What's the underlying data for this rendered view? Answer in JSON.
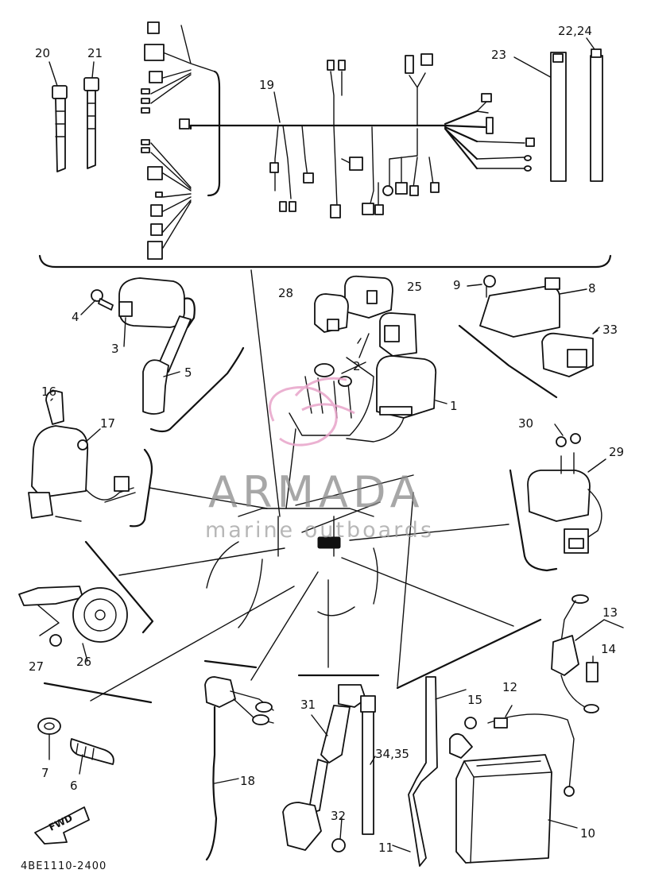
{
  "callouts": {
    "c1": "1",
    "c2": "2",
    "c3": "3",
    "c4": "4",
    "c5": "5",
    "c6": "6",
    "c7": "7",
    "c8": "8",
    "c9": "9",
    "c10": "10",
    "c11": "11",
    "c12": "12",
    "c13": "13",
    "c14": "14",
    "c15": "15",
    "c16": "16",
    "c17": "17",
    "c18": "18",
    "c19": "19",
    "c20": "20",
    "c21": "21",
    "c22_24": "22,24",
    "c23": "23",
    "c25": "25",
    "c26": "26",
    "c27": "27",
    "c28": "28",
    "c29": "29",
    "c30": "30",
    "c31": "31",
    "c32": "32",
    "c33": "33",
    "c34_35": "34,35"
  },
  "direction_label": "FWD",
  "drawing_code": "4BE1110-2400",
  "watermark": {
    "brand": "ARMADA",
    "tagline": "marine outboards",
    "accent_color": "#e8a3c9"
  }
}
